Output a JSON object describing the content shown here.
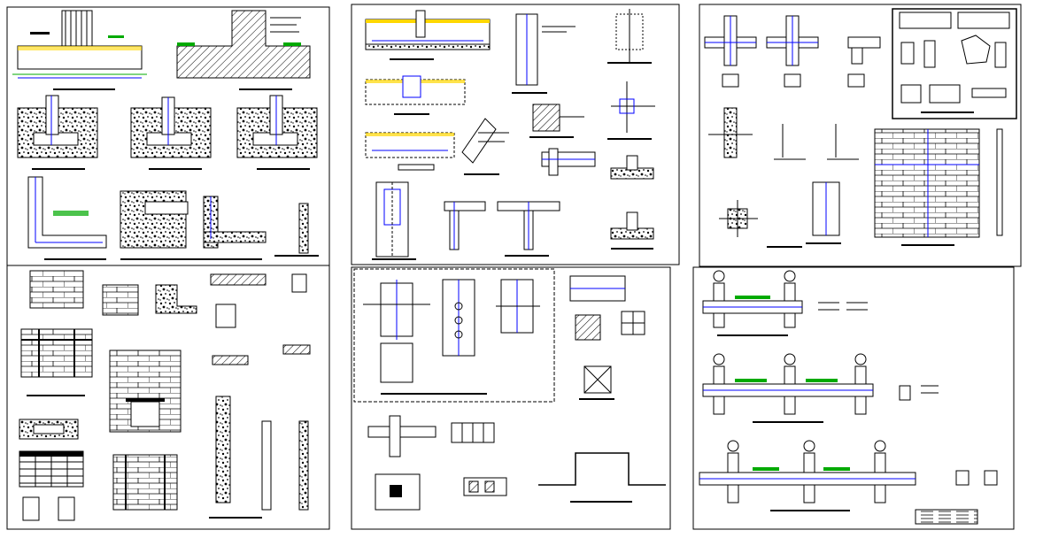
{
  "sheets": [
    {
      "id": "foundation-details"
    },
    {
      "id": "beam-column-sections"
    },
    {
      "id": "masonry-and-joints"
    },
    {
      "id": "masonry-wall-details"
    },
    {
      "id": "reinforcement-joint-details"
    },
    {
      "id": "frame-elevations"
    }
  ],
  "colors": {
    "line": "#000000",
    "dimension": "#0000ff",
    "annotation": "#00aa00",
    "highlight": "#ffd700",
    "fill_light": "#e6e6e6"
  }
}
